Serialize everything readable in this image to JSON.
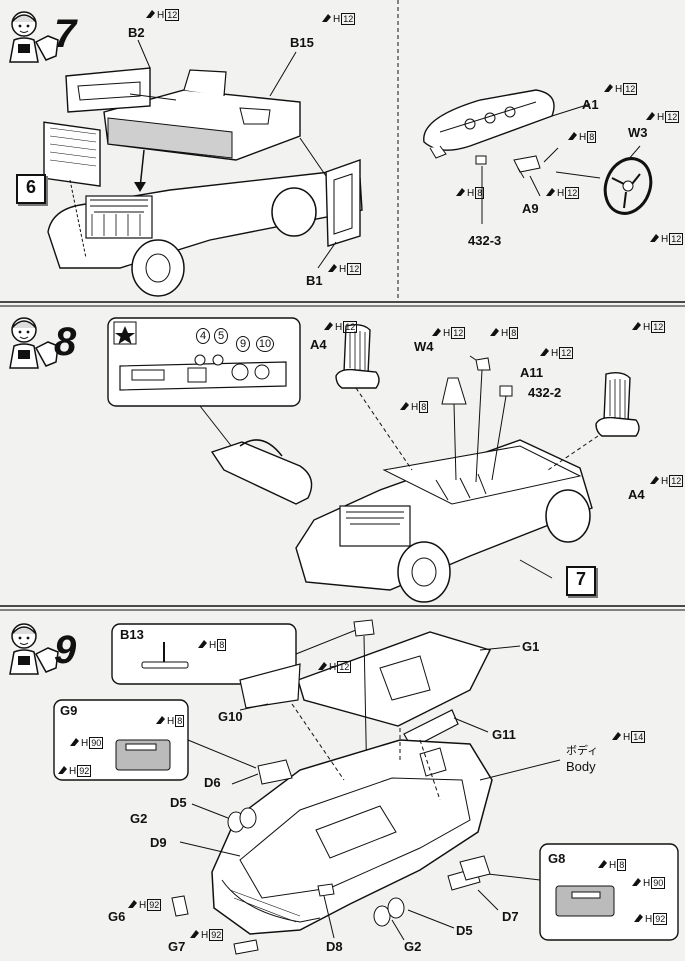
{
  "steps": {
    "s7": "7",
    "s8": "8",
    "s9": "9"
  },
  "refs": {
    "r6": "6",
    "r7": "7"
  },
  "labels": {
    "B2": "B2",
    "B15": "B15",
    "B1": "B1",
    "A1": "A1",
    "W3": "W3",
    "A9": "A9",
    "p432_3": "432-3",
    "A4a": "A4",
    "A4b": "A4",
    "W4": "W4",
    "A11": "A11",
    "p432_2": "432-2",
    "c4": "4",
    "c5": "5",
    "c9": "9",
    "c10": "10",
    "B13": "B13",
    "G1": "G1",
    "G10": "G10",
    "G11": "G11",
    "G9": "G9",
    "D6": "D6",
    "D5a": "D5",
    "G2a": "G2",
    "D9": "D9",
    "G6": "G6",
    "G7": "G7",
    "D8": "D8",
    "G2b": "G2",
    "D5b": "D5",
    "D7": "D7",
    "G8": "G8",
    "body_jp": "ボディ",
    "body_en": "Body"
  },
  "paint": {
    "h": "H",
    "c12": "12",
    "c8": "8",
    "c90": "90",
    "c92": "92",
    "c14": "14"
  },
  "colors": {
    "ink": "#111111",
    "paper": "#f2f2f0",
    "shade": "#bdbdbd"
  },
  "icons": {
    "mascot": "mascot-icon",
    "brush": "paint-brush-icon",
    "star": "star-icon"
  }
}
